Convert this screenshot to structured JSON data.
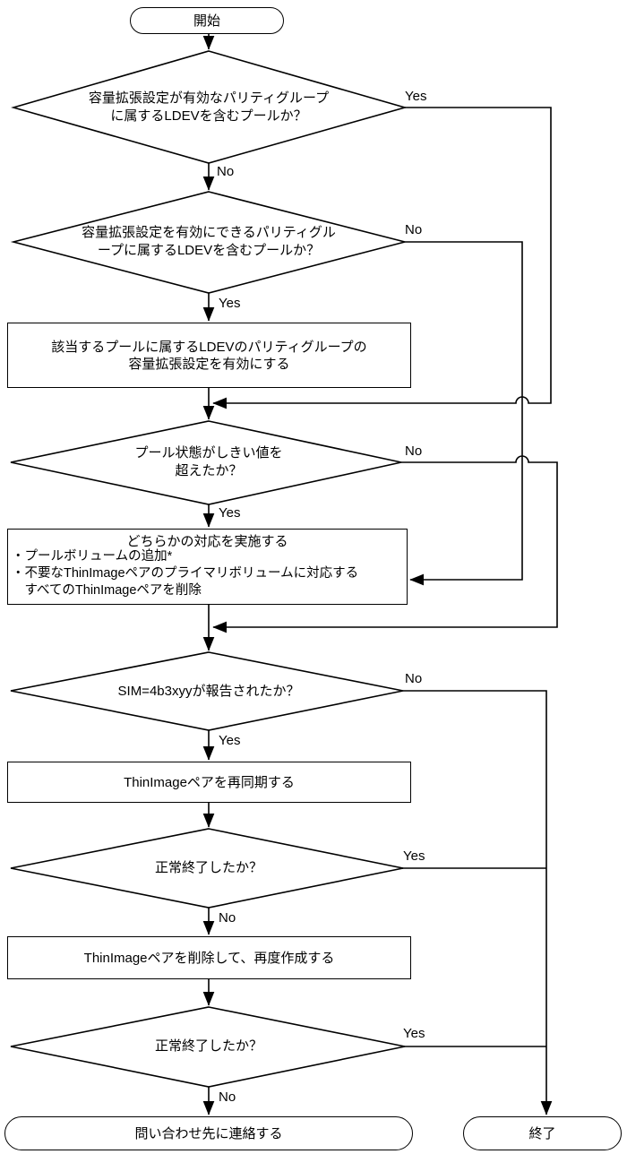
{
  "flowchart": {
    "nodes": {
      "start": {
        "label": "開始"
      },
      "d1": {
        "label": "容量拡張設定が有効なパリティグループ\nに属するLDEVを含むプールか？"
      },
      "d2": {
        "label": "容量拡張設定を有効にできるパリティグル\nープに属するLDEVを含むプールか？"
      },
      "r1": {
        "label": "該当するプールに属するLDEVのパリティグループの\n容量拡張設定を有効にする"
      },
      "d3": {
        "label": "プール状態がしきい値を\n超えたか？"
      },
      "r2": {
        "title": "どちらかの対応を実施する",
        "body": "・プールボリュームの追加*\n・不要なThinImageペアのプライマリボリュームに対応する\n　すべてのThinImageペアを削除"
      },
      "d4": {
        "label": "SIM=4b3xyyが報告されたか？"
      },
      "r3": {
        "label": "ThinImageペアを再同期する"
      },
      "d5": {
        "label": "正常終了したか？"
      },
      "r4": {
        "label": "ThinImageペアを削除して、再度作成する"
      },
      "d6": {
        "label": "正常終了したか？"
      },
      "end_contact": {
        "label": "問い合わせ先に連絡する"
      },
      "end": {
        "label": "終了"
      }
    },
    "edge_labels": {
      "d1_yes": "Yes",
      "d1_no": "No",
      "d2_no": "No",
      "d2_yes": "Yes",
      "d3_no": "No",
      "d3_yes": "Yes",
      "d4_no": "No",
      "d4_yes": "Yes",
      "d5_yes": "Yes",
      "d5_no": "No",
      "d6_yes": "Yes",
      "d6_no": "No"
    },
    "colors": {
      "stroke": "#000000",
      "fill": "#ffffff"
    }
  }
}
